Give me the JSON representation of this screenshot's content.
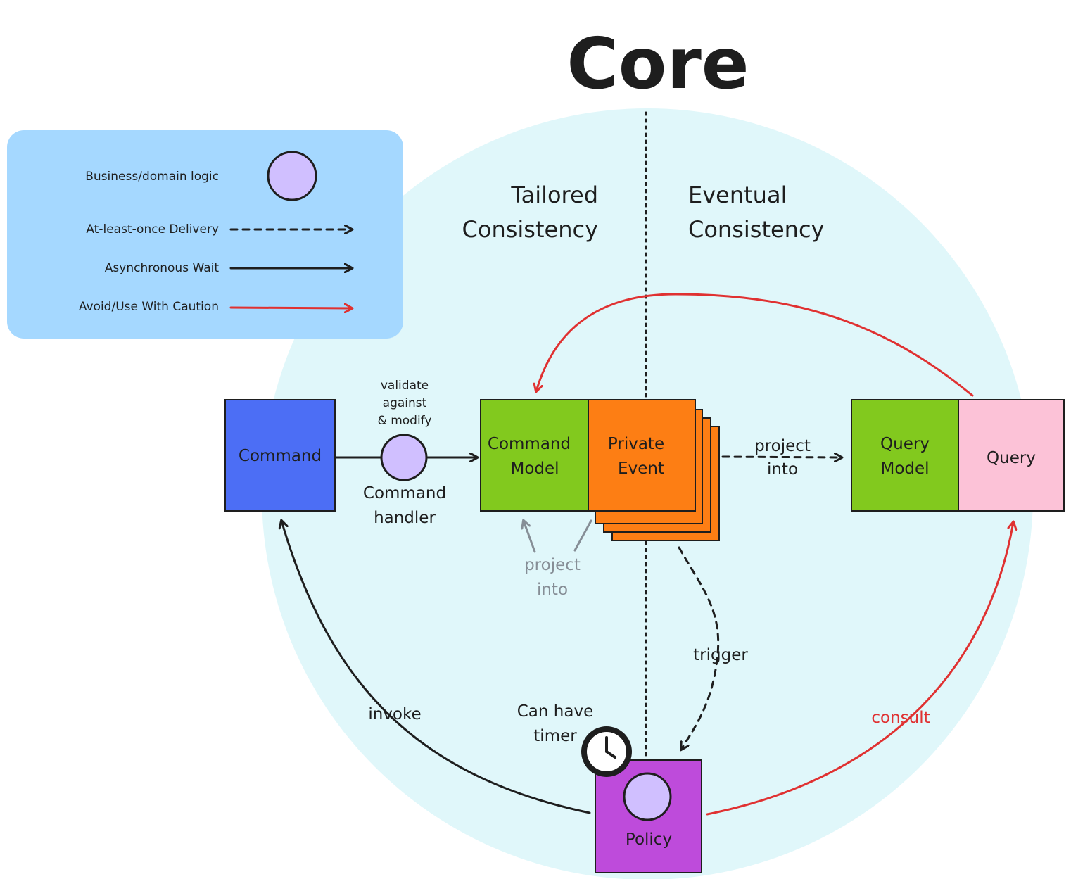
{
  "title": "Core",
  "sections": {
    "left_line1": "Tailored",
    "left_line2": "Consistency",
    "right_line1": "Eventual",
    "right_line2": "Consistency"
  },
  "legend": {
    "business_logic": "Business/domain logic",
    "at_least_once": "At-least-once Delivery",
    "async_wait": "Asynchronous Wait",
    "avoid_caution": "Avoid/Use With Caution"
  },
  "nodes": {
    "command": "Command",
    "command_model_line1": "Command",
    "command_model_line2": "Model",
    "private_event_line1": "Private",
    "private_event_line2": "Event",
    "query_model_line1": "Query",
    "query_model_line2": "Model",
    "query": "Query",
    "policy": "Policy"
  },
  "labels": {
    "validate_line1": "validate",
    "validate_line2": "against",
    "validate_line3": "& modify",
    "handler_line1": "Command",
    "handler_line2": "handler",
    "project_into_line1": "project",
    "project_into_line2": "into",
    "project_into_back_line1": "project",
    "project_into_back_line2": "into",
    "trigger": "trigger",
    "timer_line1": "Can have",
    "timer_line2": "timer",
    "invoke": "invoke",
    "consult": "consult"
  },
  "colors": {
    "circle": "#e0f7fa",
    "legend_bg": "#a5d8ff",
    "command": "#4c6ef5",
    "model": "#82c91e",
    "event": "#fd7e14",
    "query": "#fcc2d7",
    "policy": "#be4bdb",
    "logic": "#d0bfff",
    "red": "#e03131",
    "gray": "#868e96",
    "ink": "#1e1e1e"
  },
  "icons": [
    "clock-icon",
    "arrowhead-icon"
  ]
}
